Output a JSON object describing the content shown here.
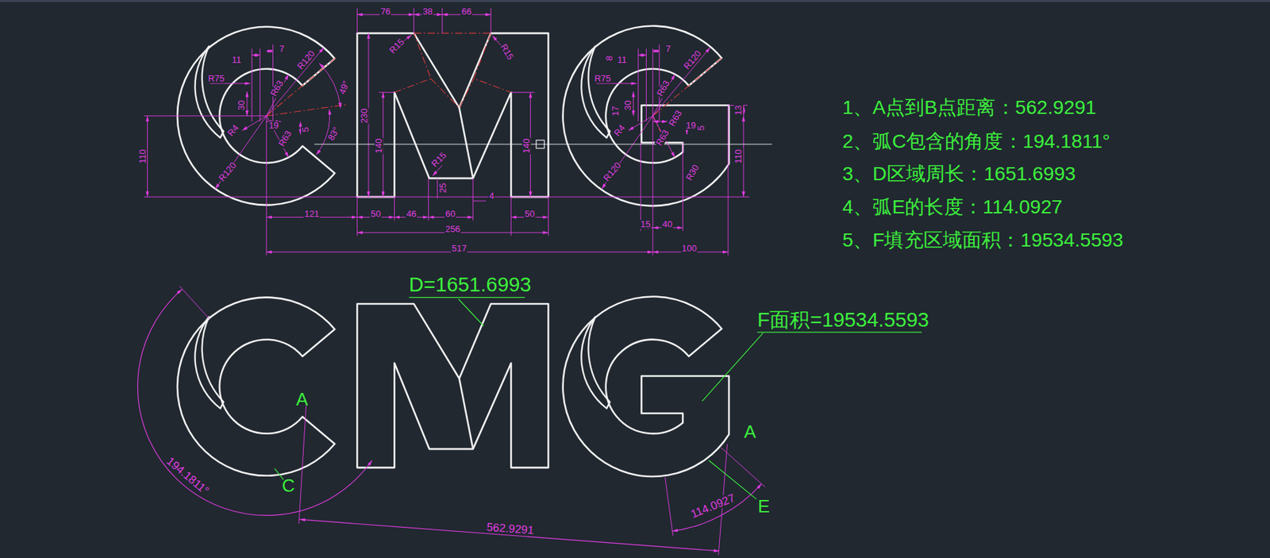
{
  "diagram": {
    "labels": [
      "76",
      "38",
      "66",
      "R15",
      "R15",
      "7",
      "11",
      "R120",
      "R75",
      "R63",
      "30",
      "R4",
      "19",
      "5",
      "R63",
      "49°",
      "83°",
      "R120",
      "110",
      "230",
      "140",
      "140",
      "R15",
      "25",
      "4",
      "121",
      "50",
      "46",
      "60",
      "50",
      "256",
      "517",
      "100",
      "15",
      "40",
      "8",
      "11",
      "7",
      "R120",
      "R75",
      "17",
      "30",
      "R63",
      "R4",
      "R63",
      "19",
      "5",
      "R63",
      "R120",
      "R30",
      "110",
      "13",
      "1、A点到B点距离：562.9291",
      "2、弧C包含的角度：194.1811°",
      "3、D区域周长：1651.6993",
      "4、弧E的长度：114.0927",
      "5、F填充区域面积：19534.5593",
      "D=1651.6993",
      "F面积=19534.5593",
      "A",
      "C",
      "194.1811°",
      "562.9291",
      "A",
      "E",
      "114.0927"
    ]
  }
}
